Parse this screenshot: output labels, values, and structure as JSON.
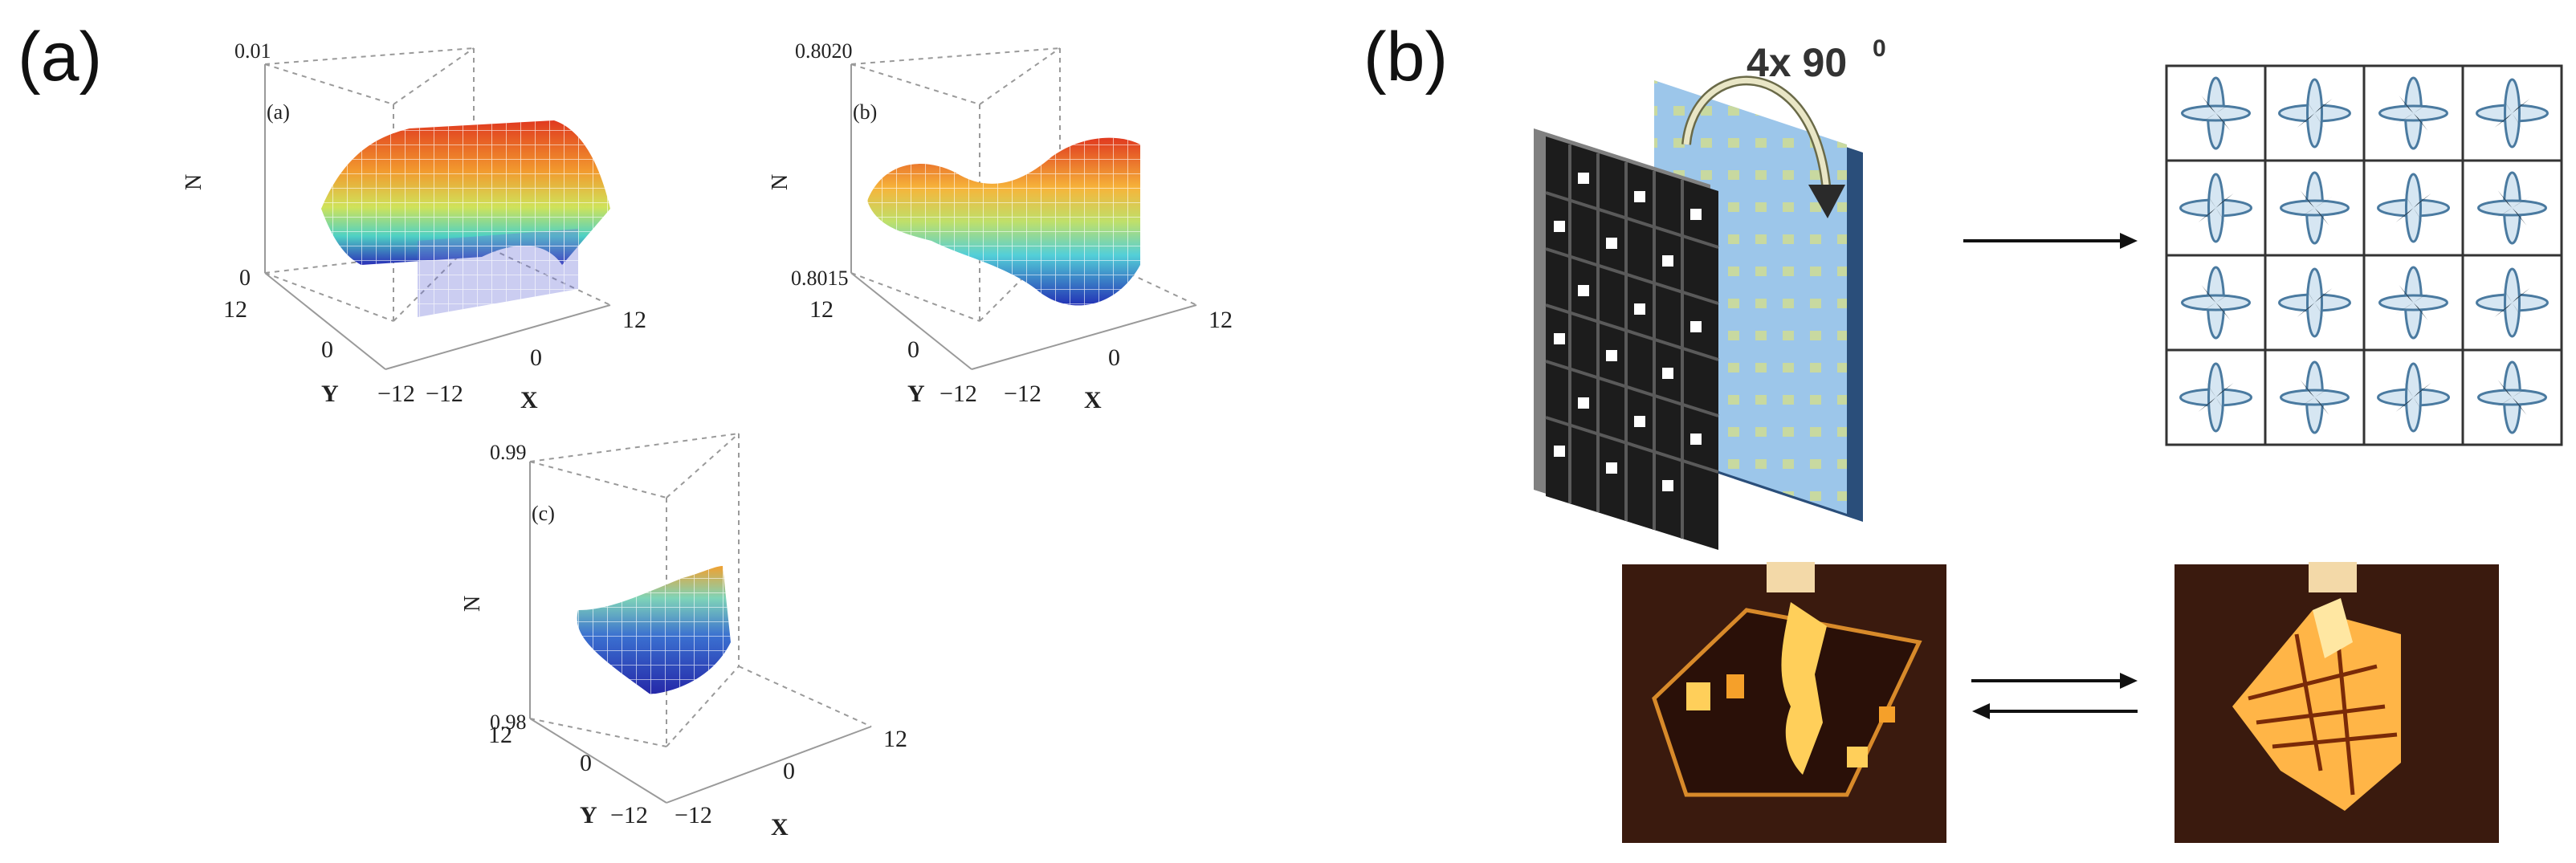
{
  "panels": {
    "a": {
      "label": "(a)"
    },
    "b": {
      "label": "(b)"
    }
  },
  "plots": [
    {
      "id": "a",
      "sublabel": "(a)",
      "zlabel": "N",
      "ztop": "0.01",
      "zbottom": "0",
      "y_max": "12",
      "y_zero": "0",
      "y_min": "−12",
      "ylabel": "Y",
      "x_min": "−12",
      "x_zero": "0",
      "x_max": "12",
      "xlabel": "X"
    },
    {
      "id": "b",
      "sublabel": "(b)",
      "zlabel": "N",
      "ztop": "0.8020",
      "zbottom": "0.8015",
      "y_max": "12",
      "y_zero": "0",
      "y_min": "−12",
      "ylabel": "Y",
      "x_min": "−12",
      "x_zero": "0",
      "x_max": "12",
      "xlabel": "X"
    },
    {
      "id": "c",
      "sublabel": "(c)",
      "zlabel": "N",
      "ztop": "0.99",
      "zbottom": "0.98",
      "y_max": "12",
      "y_zero": "0",
      "y_min": "−12",
      "ylabel": "Y",
      "x_min": "−12",
      "x_zero": "0",
      "x_max": "12",
      "xlabel": "X"
    }
  ],
  "folding": {
    "rotation_label": "4x 90",
    "rotation_superscript": "0"
  },
  "colors": {
    "grid_frame": "#1a1a1a",
    "mask_blue": "#9cc6ea",
    "petal_blue": "#6d9fc4",
    "photo_bg": "#3a1a0e"
  }
}
